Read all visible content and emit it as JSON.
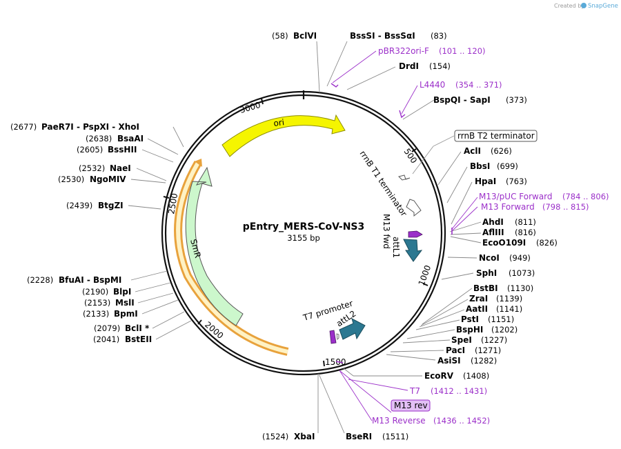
{
  "plasmid": {
    "name": "pEntry_MERS-CoV-NS3",
    "length": "3155 bp"
  },
  "credit": {
    "text": "Created by",
    "brand": "SnapGene"
  },
  "ticks": [
    "500",
    "1000",
    "1500",
    "2000",
    "2500",
    "3000"
  ],
  "features": {
    "ori": "ori",
    "smr": "SmR",
    "rrnb_t2": "rrnB T2 terminator",
    "rrnb_t1": "rrnB T1 terminator",
    "m13fwd": "M13 fwd",
    "attl1": "attL1",
    "attl2": "attL2",
    "t7promoter": "T7 promoter",
    "m13rev_box": "M13 rev"
  },
  "sites_left": [
    {
      "pos": "(2677)",
      "name": "PaeR7I  -  PspXI  -  XhoI"
    },
    {
      "pos": "(2638)",
      "name": "BsaAI"
    },
    {
      "pos": "(2605)",
      "name": "BssHII"
    },
    {
      "pos": "(2532)",
      "name": "NaeI"
    },
    {
      "pos": "(2530)",
      "name": "NgoMIV"
    },
    {
      "pos": "(2439)",
      "name": "BtgZI"
    },
    {
      "pos": "(2228)",
      "name": "BfuAI  -  BspMI"
    },
    {
      "pos": "(2190)",
      "name": "BlpI"
    },
    {
      "pos": "(2153)",
      "name": "MslI"
    },
    {
      "pos": "(2133)",
      "name": "BpmI"
    },
    {
      "pos": "(2079)",
      "name": "BclI *"
    },
    {
      "pos": "(2041)",
      "name": "BstEII"
    }
  ],
  "sites_top": [
    {
      "pos": "(58)",
      "name": "BclVI"
    },
    {
      "pos": "(83)",
      "name": "BssSI  -  BssSαI"
    }
  ],
  "sites_right": [
    {
      "name": "DrdI",
      "pos": "(154)"
    },
    {
      "name": "BspQI  -  SapI",
      "pos": "(373)"
    },
    {
      "name": "AclI",
      "pos": "(626)"
    },
    {
      "name": "BbsI",
      "pos": "(699)"
    },
    {
      "name": "HpaI",
      "pos": "(763)"
    },
    {
      "name": "AhdI",
      "pos": "(811)"
    },
    {
      "name": "AflIII",
      "pos": "(816)"
    },
    {
      "name": "EcoO109I",
      "pos": "(826)"
    },
    {
      "name": "NcoI",
      "pos": "(949)"
    },
    {
      "name": "SphI",
      "pos": "(1073)"
    },
    {
      "name": "BstBI",
      "pos": "(1130)"
    },
    {
      "name": "ZraI",
      "pos": "(1139)"
    },
    {
      "name": "AatII",
      "pos": "(1141)"
    },
    {
      "name": "PstI",
      "pos": "(1151)"
    },
    {
      "name": "BspHI",
      "pos": "(1202)"
    },
    {
      "name": "SpeI",
      "pos": "(1227)"
    },
    {
      "name": "PacI",
      "pos": "(1271)"
    },
    {
      "name": "AsiSI",
      "pos": "(1282)"
    },
    {
      "name": "EcoRV",
      "pos": "(1408)"
    }
  ],
  "sites_bottom": [
    {
      "pos": "(1524)",
      "name": "XbaI"
    },
    {
      "name": "BseRI",
      "pos": "(1511)"
    }
  ],
  "primers": [
    {
      "name": "pBR322ori-F",
      "pos": "(101 .. 120)"
    },
    {
      "name": "L4440",
      "pos": "(354 .. 371)"
    },
    {
      "name": "M13/pUC Forward",
      "pos": "(784 .. 806)"
    },
    {
      "name": "M13 Forward",
      "pos": "(798 .. 815)"
    },
    {
      "name": "T7",
      "pos": "(1412 .. 1431)"
    },
    {
      "name": "M13 Reverse",
      "pos": "(1436 .. 1452)"
    }
  ],
  "colors": {
    "ori": "#f5f500",
    "smr": "#ccf7cc",
    "smr_outline": "#f0a020",
    "att": "#2c7891",
    "primer": "#9b2fc9",
    "primer_box": "#e2bff5"
  }
}
